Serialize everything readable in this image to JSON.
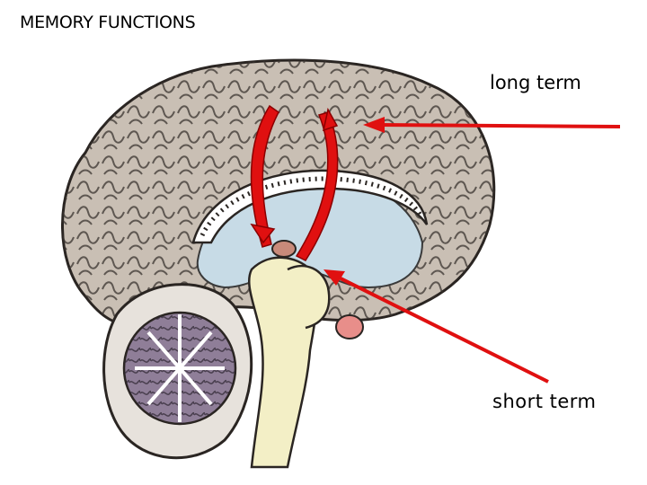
{
  "title": "MEMORY FUNCTIONS",
  "labels": {
    "long_term": "long term",
    "short_term": "short term"
  },
  "colors": {
    "cortex": "#c9bfb4",
    "fold_lines": "#3a3430",
    "ventricle": "#c7dbe6",
    "brainstem": "#f3efc6",
    "cerebellum_tissue": "#8f7e98",
    "arrow_red": "#e01010",
    "highlight_blob": "#e88e8a"
  },
  "icons": [
    "brain-illustration",
    "red-arrow",
    "curved-arrow"
  ]
}
